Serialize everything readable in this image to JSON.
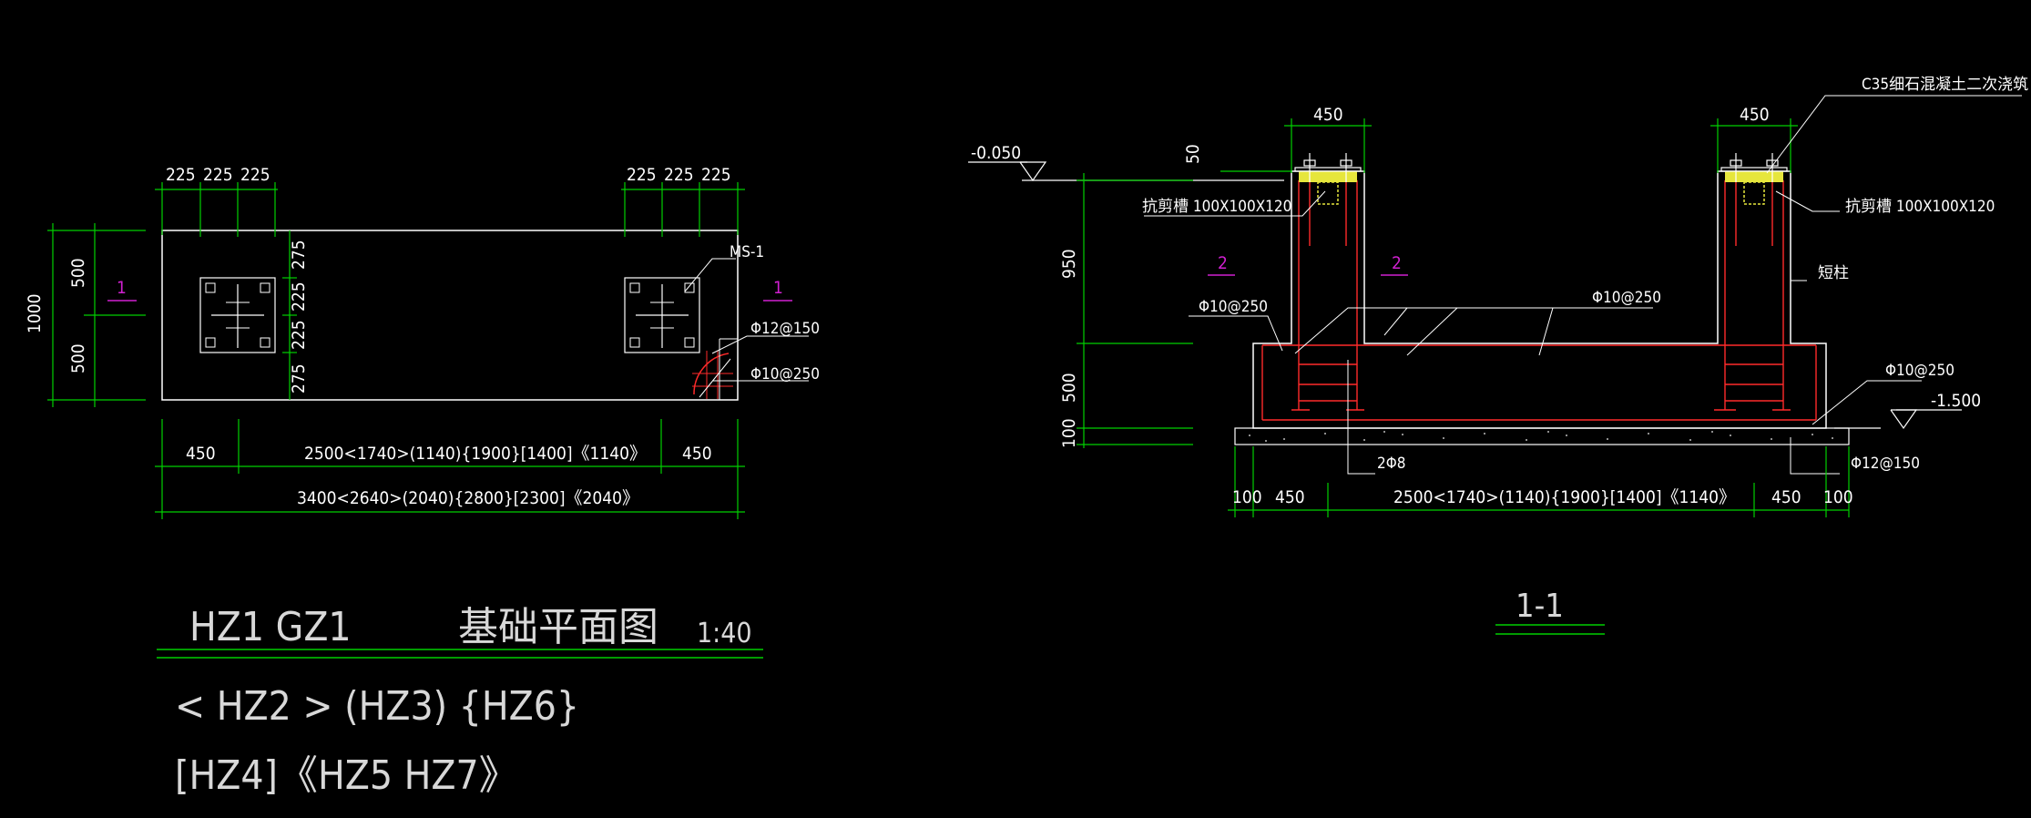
{
  "plan": {
    "top_dims_left": [
      "225",
      "225",
      "225"
    ],
    "top_dims_right": [
      "225",
      "225",
      "225"
    ],
    "left_dims": [
      "1000",
      "500",
      "500"
    ],
    "inner_dims": [
      "275",
      "225",
      "225",
      "275"
    ],
    "section_marks": [
      "1",
      "1"
    ],
    "callouts": {
      "ms": "MS-1",
      "rebar_a": "Φ12@150",
      "rebar_b": "Φ10@250"
    },
    "bottom_dims_row1": [
      "450",
      "2500<1740>(1140){1900}[1400]《1140》",
      "450"
    ],
    "bottom_dims_row2": "3400<2640>(2040){2800}[2300]《2040》"
  },
  "title_block": {
    "name": "HZ1 GZ1",
    "title": "基础平面图",
    "scale": "1:40",
    "variant_line1": "< HZ2 > (HZ3) {HZ6}",
    "variant_line2": "[HZ4]《HZ5  HZ7》"
  },
  "section": {
    "top_dims": [
      "450",
      "450"
    ],
    "elev_top": "-0.050",
    "elev_bottom": "-1.500",
    "concrete_note": "C35细石混凝土二次浇筑",
    "shear_left": "抗剪槽 100X100X120",
    "shear_right": "抗剪槽 100X100X120",
    "column_label": "短柱",
    "marks": [
      "2",
      "2"
    ],
    "left_dims": [
      "50",
      "950",
      "500",
      "100"
    ],
    "rebar": {
      "left_top": "Φ10@250",
      "mid_top": "Φ10@250",
      "right": "Φ10@250",
      "bottom_right": "Φ12@150",
      "stirrup": "2Φ8"
    },
    "bottom_dims": [
      "100",
      "450",
      "2500<1740>(1140){1900}[1400]《1140》",
      "450",
      "100"
    ],
    "title": "1-1"
  },
  "colors": {
    "background": "#000000",
    "dim_line": "#00d000",
    "outline": "#ffffff",
    "rebar": "#ff2a2a",
    "grout": "#e6e63c",
    "section_mark": "#d020d0"
  }
}
